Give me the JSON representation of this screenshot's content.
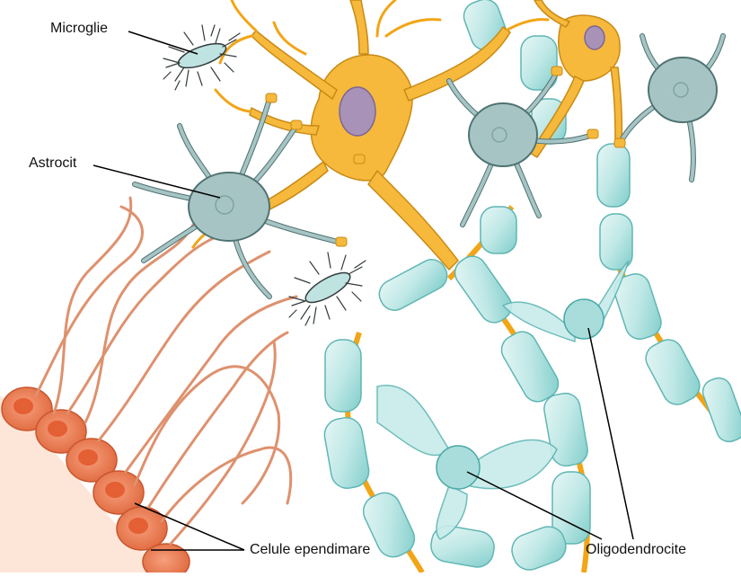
{
  "diagram": {
    "labels": {
      "microglia": "Microglie",
      "astrocyte": "Astrocit",
      "ependymal": "Celule ependimare",
      "oligodendrocyte": "Oligodendrocite"
    },
    "colors": {
      "neuron": "#f6b93b",
      "neuron_outline": "#c98a14",
      "nucleus": "#a892b8",
      "glia": "#a7c4c4",
      "glia_outline": "#4f7272",
      "myelin": "#c7eceb",
      "myelin_outline": "#5fb6b4",
      "ependymal": "#f0906a",
      "ependymal_light": "#fde6d8",
      "process_orange": "#de916e",
      "microglia_dark": "#333b3b"
    }
  }
}
